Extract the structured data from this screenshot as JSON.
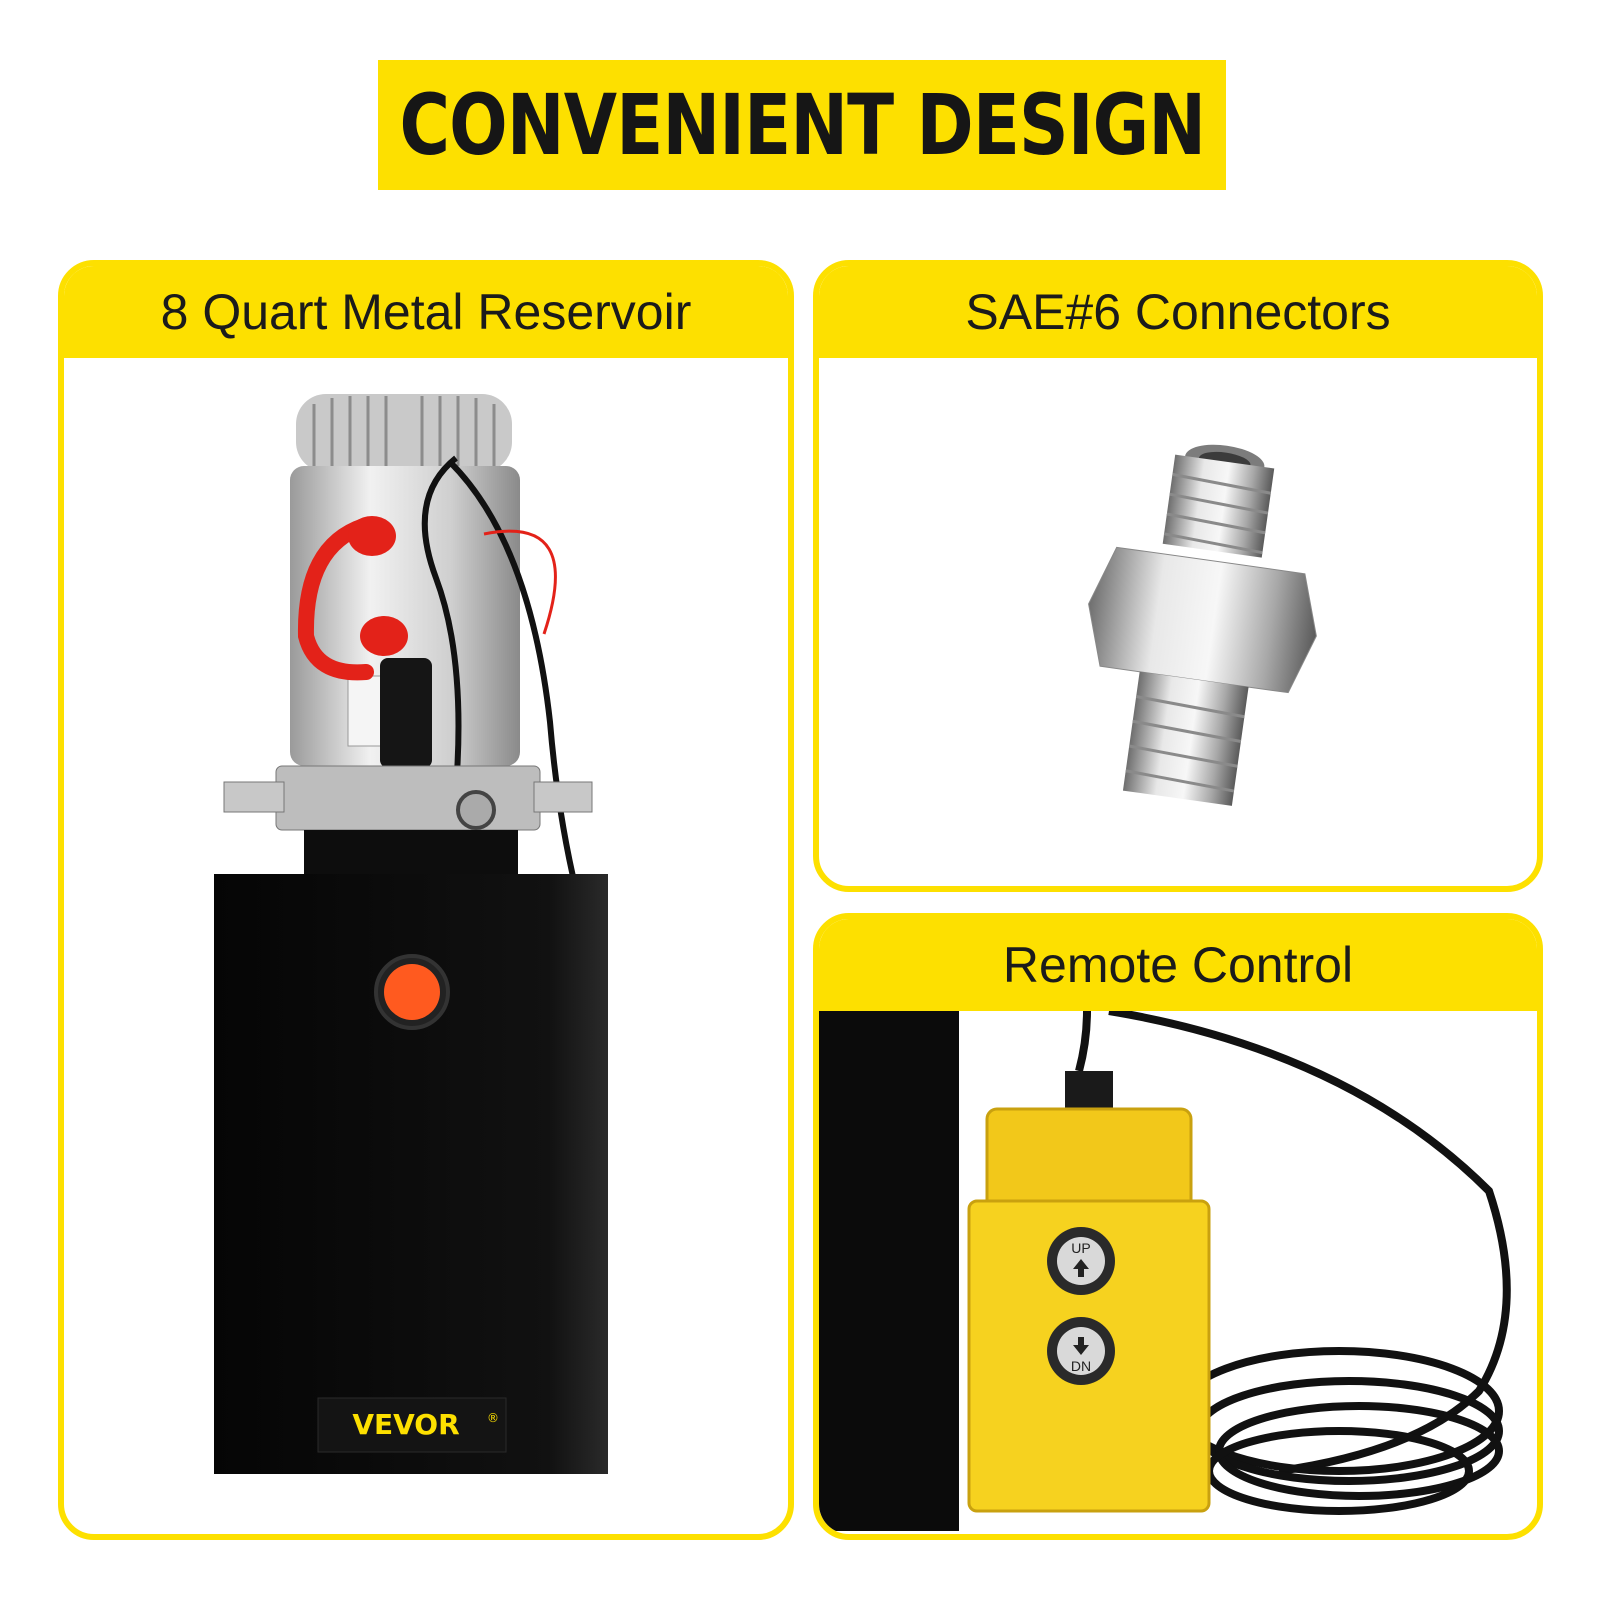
{
  "banner": {
    "title": "CONVENIENT DESIGN"
  },
  "cards": {
    "reservoir": {
      "title": "8 Quart Metal Reservoir",
      "brand": "VEVOR",
      "registered": "®"
    },
    "connectors": {
      "title": "SAE#6 Connectors"
    },
    "remote": {
      "title": "Remote Control",
      "button_up": "UP",
      "button_down": "DN"
    }
  },
  "colors": {
    "accent": "#FDE000",
    "text": "#1b1b1b",
    "tank": "#0c0c0c",
    "cap": "#ff5a1f",
    "pendant": "#f2c81a"
  }
}
